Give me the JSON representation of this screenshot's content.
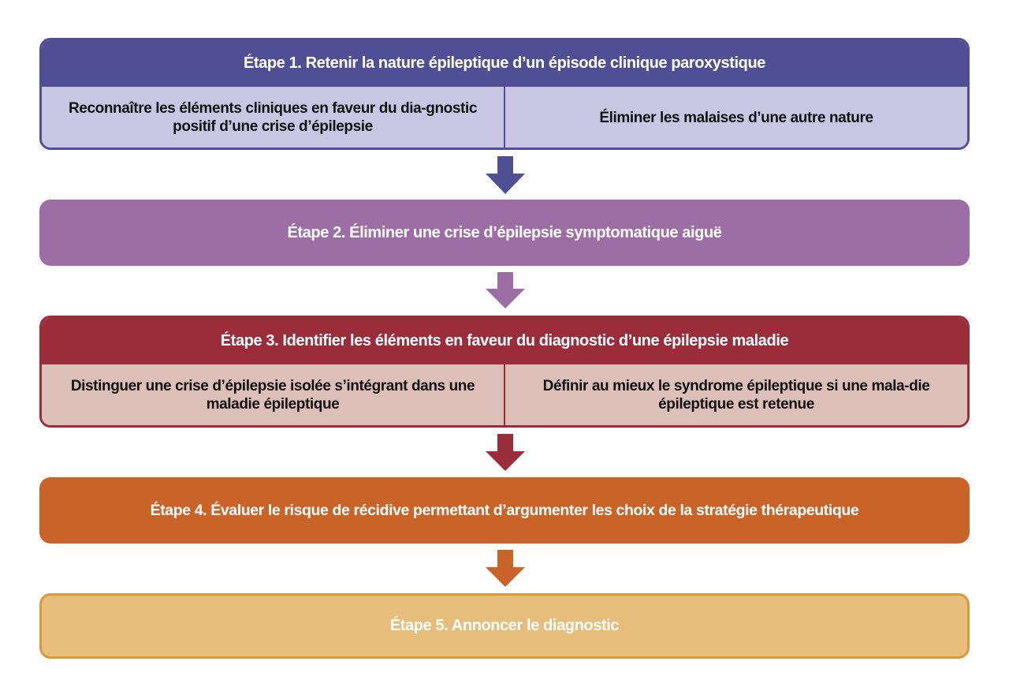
{
  "colors": {
    "step1": "#4f4f96",
    "step1_light": "#c9c6e3",
    "step2": "#9d6ea6",
    "step3": "#9b2d3b",
    "step3_light": "#dcbfb8",
    "step4": "#c96328",
    "step5": "#e6bd7b",
    "step5_border": "#d99a3a"
  },
  "steps": [
    {
      "title": "Étape 1. Retenir la nature épileptique d’un épisode clinique paroxystique",
      "sub": [
        "Reconnaître les éléments cliniques en faveur du dia-gnostic positif d’une crise d’épilepsie",
        "Éliminer les malaises d’une autre nature"
      ]
    },
    {
      "title": "Étape 2. Éliminer une crise d’épilepsie symptomatique aiguë"
    },
    {
      "title": "Étape 3. Identifier les éléments en faveur du diagnostic d’une épilepsie maladie",
      "sub": [
        "Distinguer une crise d’épilepsie isolée s’intégrant dans une maladie épileptique",
        "Définir au mieux le syndrome épileptique si une mala-die épileptique est retenue"
      ]
    },
    {
      "title": "Étape 4. Évaluer le risque de récidive permettant d’argumenter les choix de la stratégie thérapeutique"
    },
    {
      "title": "Étape 5. Annoncer le diagnostic"
    }
  ]
}
